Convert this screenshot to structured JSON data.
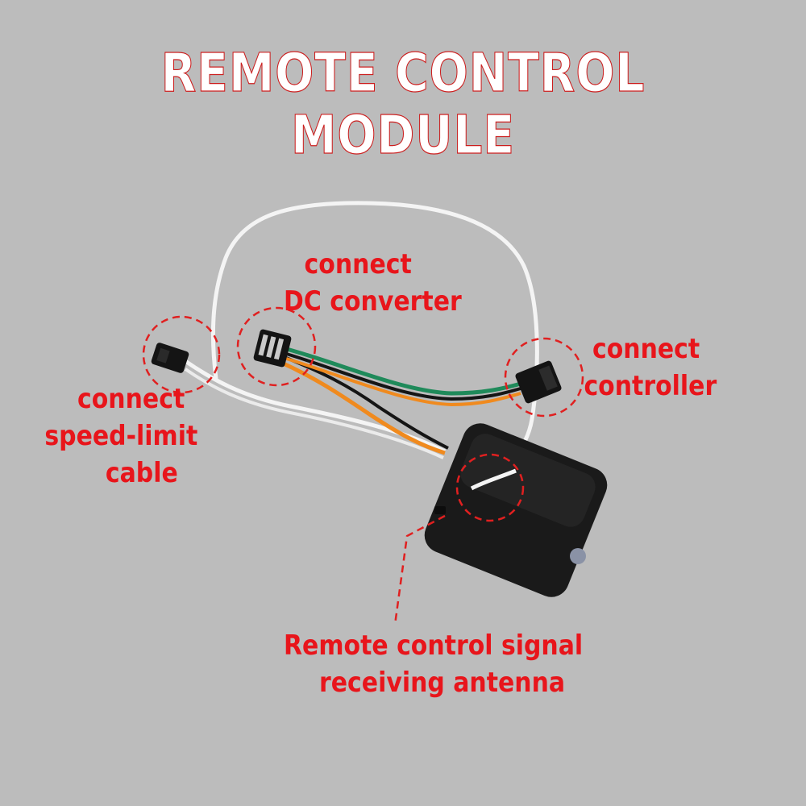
{
  "title": "REMOTE CONTROL MODULE",
  "labels": {
    "dc_converter": [
      "connect",
      "DC converter"
    ],
    "controller": [
      "connect",
      "controller"
    ],
    "speed_limit": [
      "connect",
      "speed-limit",
      "cable"
    ],
    "antenna": [
      "Remote control signal",
      "receiving antenna"
    ]
  },
  "colors": {
    "background": "#bcbcbc",
    "label_red": "#e8151b",
    "title_fill": "#ffffff",
    "title_outline": "#cc1f1f",
    "module_body": "#1a1a1a",
    "wire_white": "#f4f4f4",
    "wire_green": "#1f8a5a",
    "wire_orange": "#f08a1e",
    "wire_black": "#151515"
  }
}
